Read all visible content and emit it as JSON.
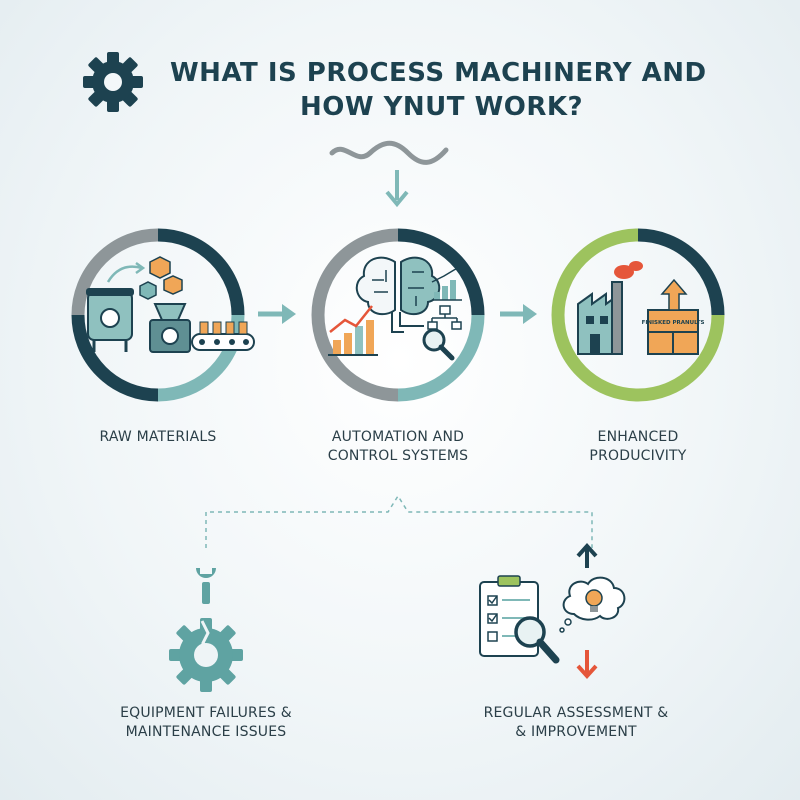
{
  "title": {
    "line1": "WHAT IS PROCESS MACHINERY AND",
    "line2": "HOW YNUT WORK?"
  },
  "stages": [
    {
      "label_line1": "RAW MATERIALS",
      "label_line2": ""
    },
    {
      "label_line1": "AUTOMATION AND",
      "label_line2": "CONTROL SYSTEMS"
    },
    {
      "label_line1": "ENHANCED",
      "label_line2": "PRODUCIVITY"
    }
  ],
  "finished_box_text": "FINISKED PRANULTS",
  "bottom": {
    "left_line1": "EQUIPMENT FAILURES &",
    "left_line2": "MAINTENANCE ISSUES",
    "right_line1": "REGULAR ASSESSMENT &",
    "right_line2": "& IMPROVEMENT"
  },
  "colors": {
    "navy": "#1d4250",
    "teal": "#7fb8b7",
    "gray": "#8e9699",
    "green": "#9dc35e",
    "orange": "#f0a657",
    "red": "#e5563a"
  }
}
